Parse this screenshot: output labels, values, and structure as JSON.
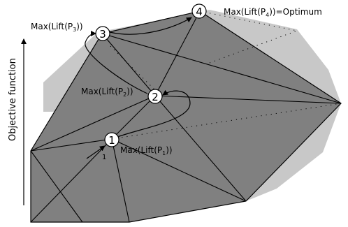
{
  "diagram": {
    "y_axis_label": "Objective function",
    "nodes": [
      {
        "id": "1",
        "label": "Max(Lift(P",
        "sub": "1",
        "tail": "))"
      },
      {
        "id": "2",
        "label": "Max(Lift(P",
        "sub": "2",
        "tail": "))"
      },
      {
        "id": "3",
        "label": "Max(Lift(P",
        "sub": "3",
        "tail": "))"
      },
      {
        "id": "4",
        "label": "Max(Lift(P",
        "sub": "4",
        "tail": "))=Optimum"
      }
    ],
    "start_marker": "1",
    "colors": {
      "shadow": "#c8c8c8",
      "polytope": "#808080",
      "edge": "#000000",
      "node_fill": "#ffffff"
    }
  }
}
